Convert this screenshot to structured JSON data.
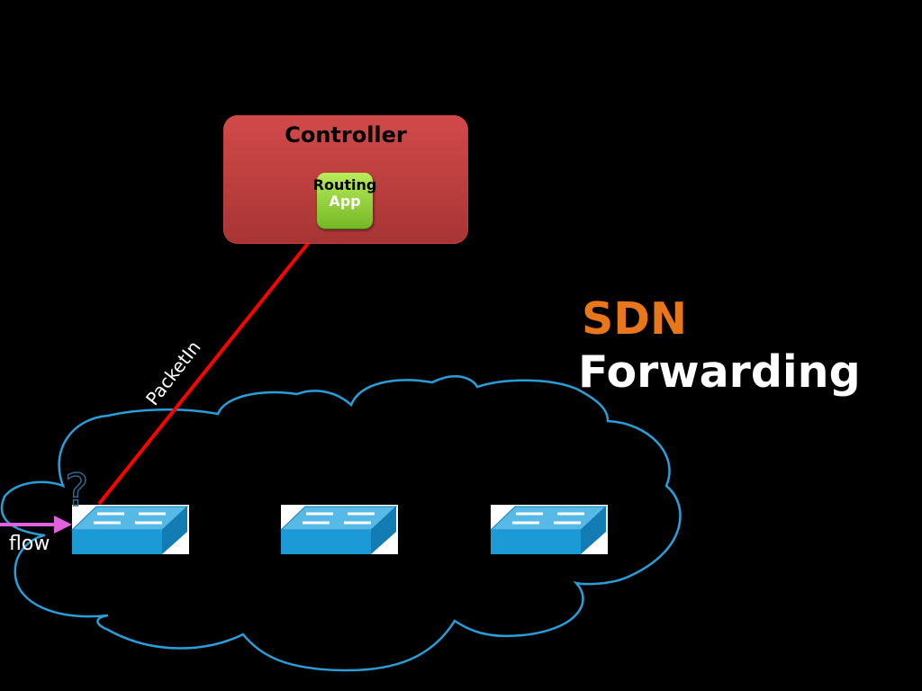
{
  "controller": {
    "title": "Controller",
    "app_label_line1": "Routing",
    "app_label_line2": "App"
  },
  "arrow_label": "PacketIn",
  "title": {
    "line1": "SDN",
    "line2": "Forwarding"
  },
  "flow_label": "flow",
  "question_mark": "?",
  "colors": {
    "controller_fill": "#c03d3d",
    "app_fill": "#8fd03c",
    "packetin_arrow": "#ff0000",
    "flow_arrow": "#e060e0",
    "cloud_outline": "#2a9ed8",
    "switch_fill": "#1b9ad6",
    "sdn_text": "#e8761a",
    "forwarding_text": "#ffffff"
  },
  "icons": {
    "switch": "network-switch-icon",
    "question": "question-mark-icon"
  }
}
